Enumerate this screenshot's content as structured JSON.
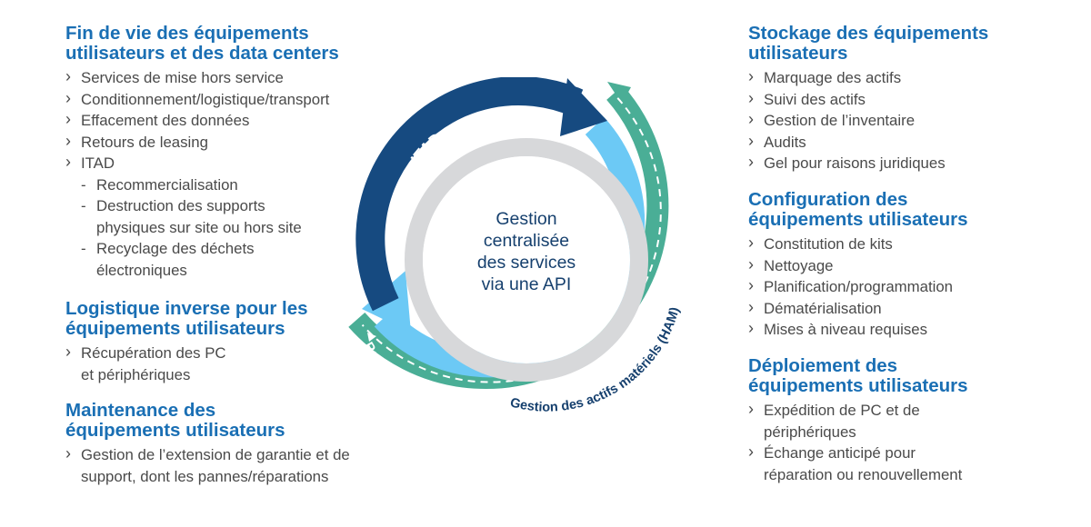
{
  "left": {
    "end_of_life": {
      "title_line1": "Fin de vie des équipements",
      "title_line2": "utilisateurs et des data centers",
      "items": [
        "Services de mise hors service",
        "Conditionnement/logistique/transport",
        "Effacement des données",
        "Retours de leasing",
        "ITAD"
      ],
      "sub_items": [
        {
          "line1": "Recommercialisation"
        },
        {
          "line1": "Destruction des supports",
          "line2": "physiques sur site ou hors site"
        },
        {
          "line1": "Recyclage des déchets",
          "line2": "électroniques"
        }
      ]
    },
    "reverse_logistics": {
      "title_line1": "Logistique inverse pour les",
      "title_line2": "équipements utilisateurs",
      "items": [
        {
          "line1": "Récupération des PC",
          "line2": "et périphériques"
        }
      ]
    },
    "maintenance": {
      "title_line1": "Maintenance des",
      "title_line2": "équipements utilisateurs",
      "items": [
        {
          "line1": "Gestion de l’extension de garantie et de",
          "line2": "support, dont les pannes/réparations"
        }
      ]
    }
  },
  "right": {
    "storage": {
      "title_line1": "Stockage des équipements",
      "title_line2": "utilisateurs",
      "items": [
        "Marquage des actifs",
        "Suivi des actifs",
        "Gestion de l’inventaire",
        "Audits",
        "Gel pour raisons juridiques"
      ]
    },
    "configuration": {
      "title_line1": "Configuration des",
      "title_line2": "équipements utilisateurs",
      "items": [
        "Constitution de kits",
        "Nettoyage",
        "Planification/programmation",
        "Dématérialisation",
        "Mises à niveau requises"
      ]
    },
    "deployment": {
      "title_line1": "Déploiement des",
      "title_line2": "équipements utilisateurs",
      "items": [
        {
          "line1": "Expédition de PC et de",
          "line2": "périphériques"
        },
        {
          "line1": "Échange anticipé pour",
          "line2": "réparation ou renouvellement"
        }
      ]
    }
  },
  "diagram": {
    "center_line1": "Gestion",
    "center_line2": "centralisée",
    "center_line3": "des services",
    "center_line4": "via une API",
    "itad_label": "ITAD",
    "ham_label": "Gestion des actifs matériels (HAM)",
    "redeploy_label": "Redéploiement",
    "colors": {
      "itad": "#164a80",
      "ham": "#6cc9f5",
      "redeploy": "#4aae96",
      "inner": "#d7d8da",
      "title": "#1a6fb4",
      "text": "#4a4a4a",
      "center": "#16406e"
    }
  }
}
